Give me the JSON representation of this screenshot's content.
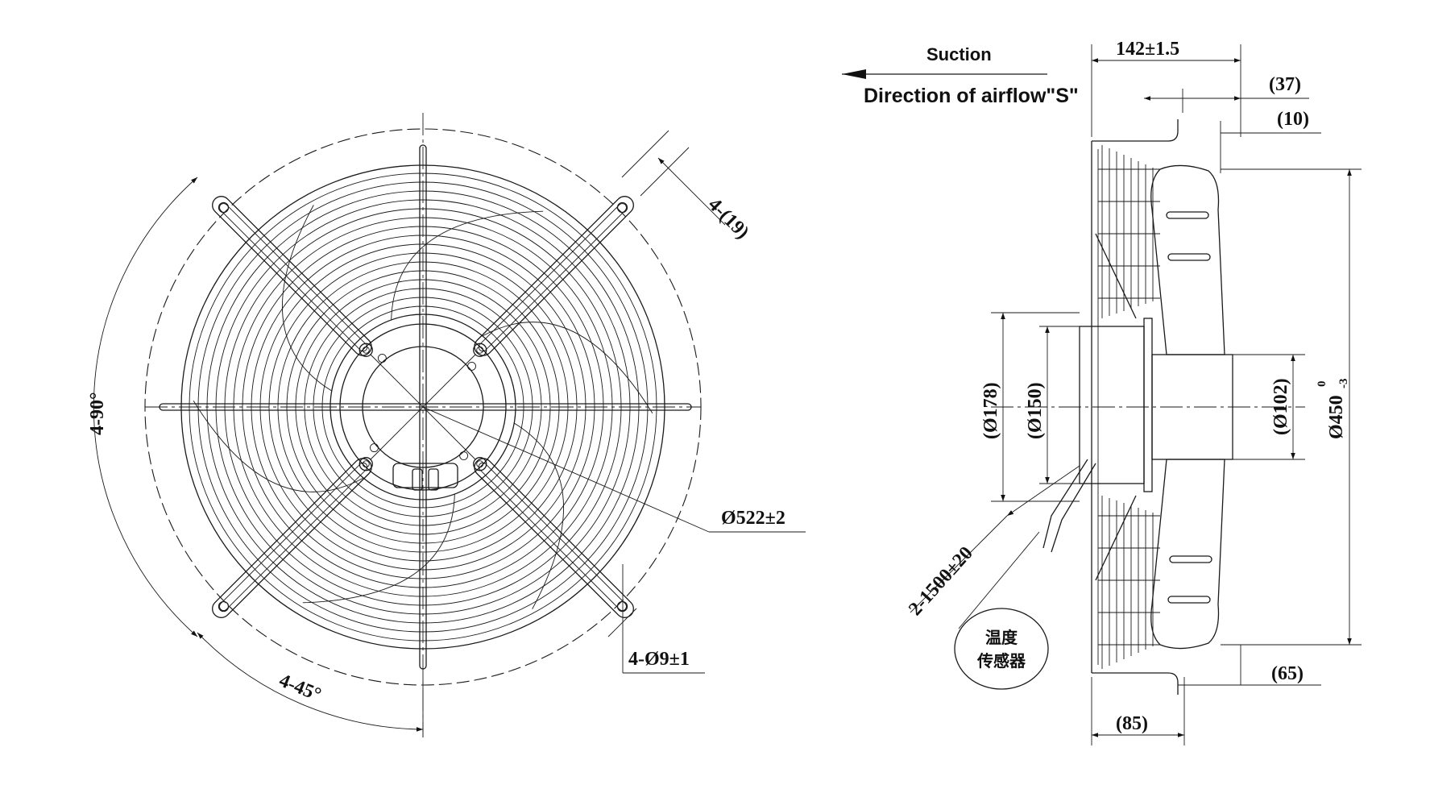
{
  "front_view": {
    "dim_grille_diameter": "Ø522±2",
    "dim_angle_90": "4-90°",
    "dim_angle_45": "4-45°",
    "dim_mount_slot": "4-(19)",
    "dim_mount_holes": "4-Ø9±1"
  },
  "side_view": {
    "airflow_label": "Suction",
    "airflow_direction": "Direction of airflow\"S\"",
    "dim_depth": "142±1.5",
    "dim_37": "(37)",
    "dim_10": "(10)",
    "dim_178": "(Ø178)",
    "dim_150": "(Ø150)",
    "dim_102": "(Ø102)",
    "dim_450": "Ø450",
    "dim_450_tol_upper": "0",
    "dim_450_tol_lower": "-3",
    "dim_cable": "2-1500±20",
    "dim_65": "(65)",
    "dim_85": "(85)",
    "sensor_line1": "温度",
    "sensor_line2": "传感器"
  }
}
